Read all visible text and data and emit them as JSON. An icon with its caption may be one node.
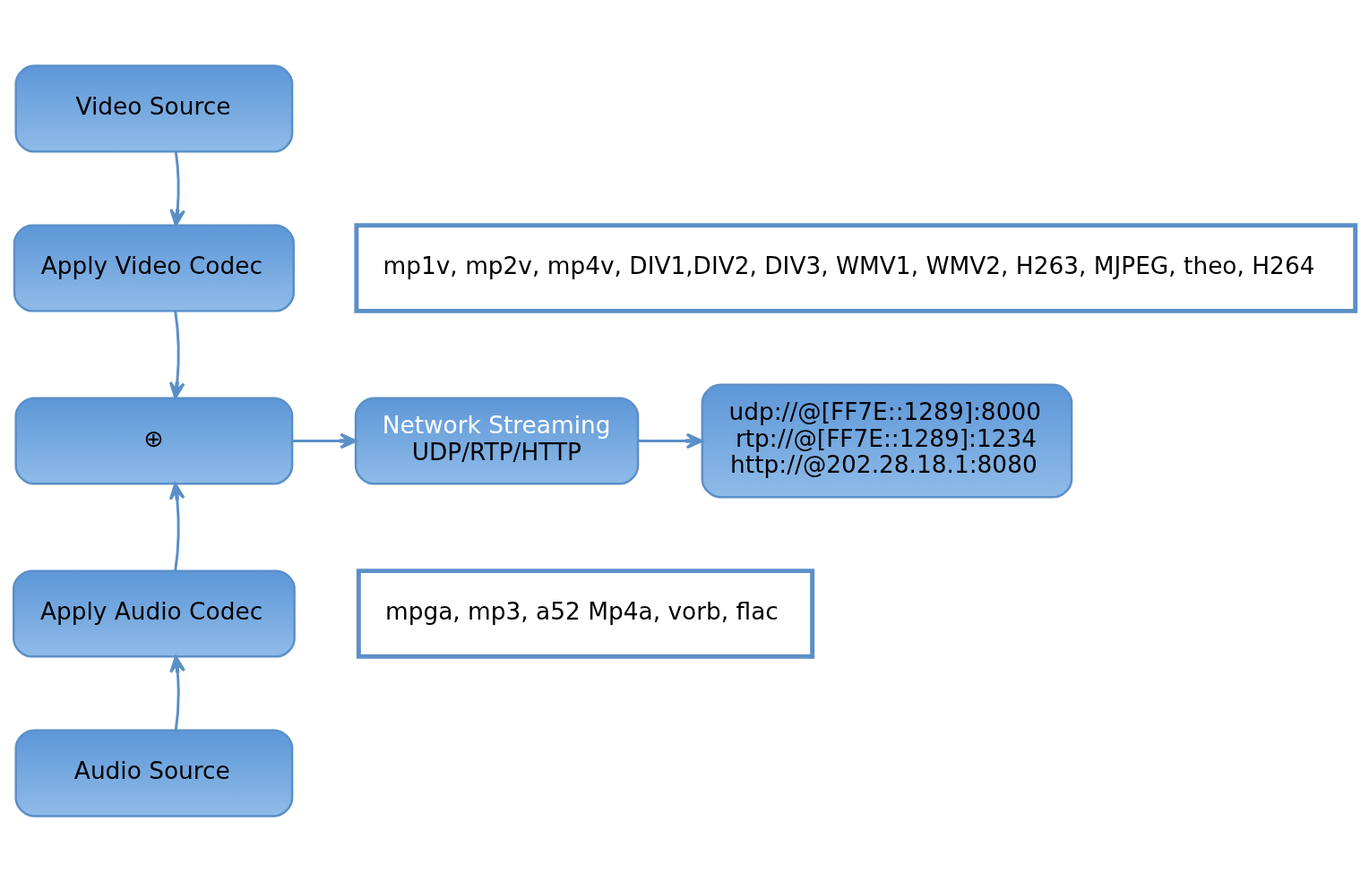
{
  "diagram": {
    "nodes": [
      {
        "text": [
          "Video Source"
        ]
      },
      {
        "text": [
          "Apply Video Codec"
        ]
      },
      {
        "text": [
          "mp1v, mp2v, mp4v, DIV1,DIV2, DIV3, WMV1, WMV2, H263, MJPEG, theo, H264"
        ]
      },
      {
        "text": [
          "⊕"
        ]
      },
      {
        "text": [
          "Network Streaming",
          "UDP/RTP/HTTP"
        ]
      },
      {
        "text": [
          "udp://@[FF7E::1289]:8000",
          "rtp://@[FF7E::1289]:1234",
          "http://@202.28.18.1:8080"
        ]
      },
      {
        "text": [
          "Apply Audio Codec"
        ]
      },
      {
        "text": [
          "mpga, mp3, a52 Mp4a, vorb, flac"
        ]
      },
      {
        "text": [
          "Audio Source"
        ]
      }
    ],
    "edges": [
      {
        "from": 0,
        "to": 1,
        "arrow": "to"
      },
      {
        "from": 1,
        "to": 3,
        "arrow": "to"
      },
      {
        "from": 3,
        "to": 4,
        "arrow": "to"
      },
      {
        "from": 4,
        "to": 5,
        "arrow": "to"
      },
      {
        "from": 6,
        "to": 3,
        "arrow": "to"
      },
      {
        "from": 8,
        "to": 6,
        "arrow": "to"
      }
    ]
  }
}
